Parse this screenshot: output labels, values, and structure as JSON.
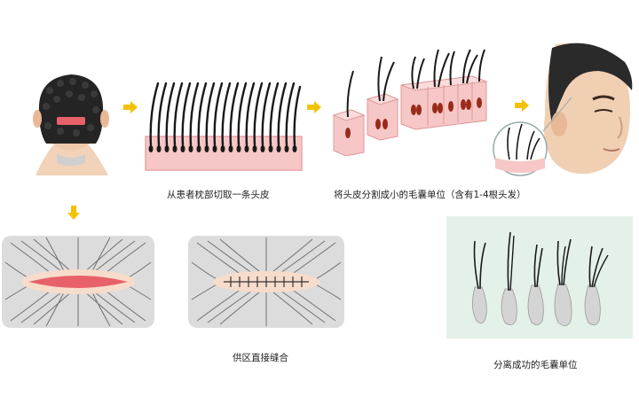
{
  "captions": {
    "strip": "从患者枕部切取一条头皮",
    "units": "将头皮分割成小的毛囊单位（含有1-4根头发）",
    "suture": "供区直接缝合",
    "separated": "分离成功的毛囊单位"
  },
  "colors": {
    "arrow": "#f2c200",
    "skin": "#f6c7c6",
    "skin_dark": "#e8a6a6",
    "hair": "#1a1a1a",
    "bulb": "#9a2a1a",
    "wound": "#e8616a",
    "panel_bg_right": "#e3f1e8"
  }
}
